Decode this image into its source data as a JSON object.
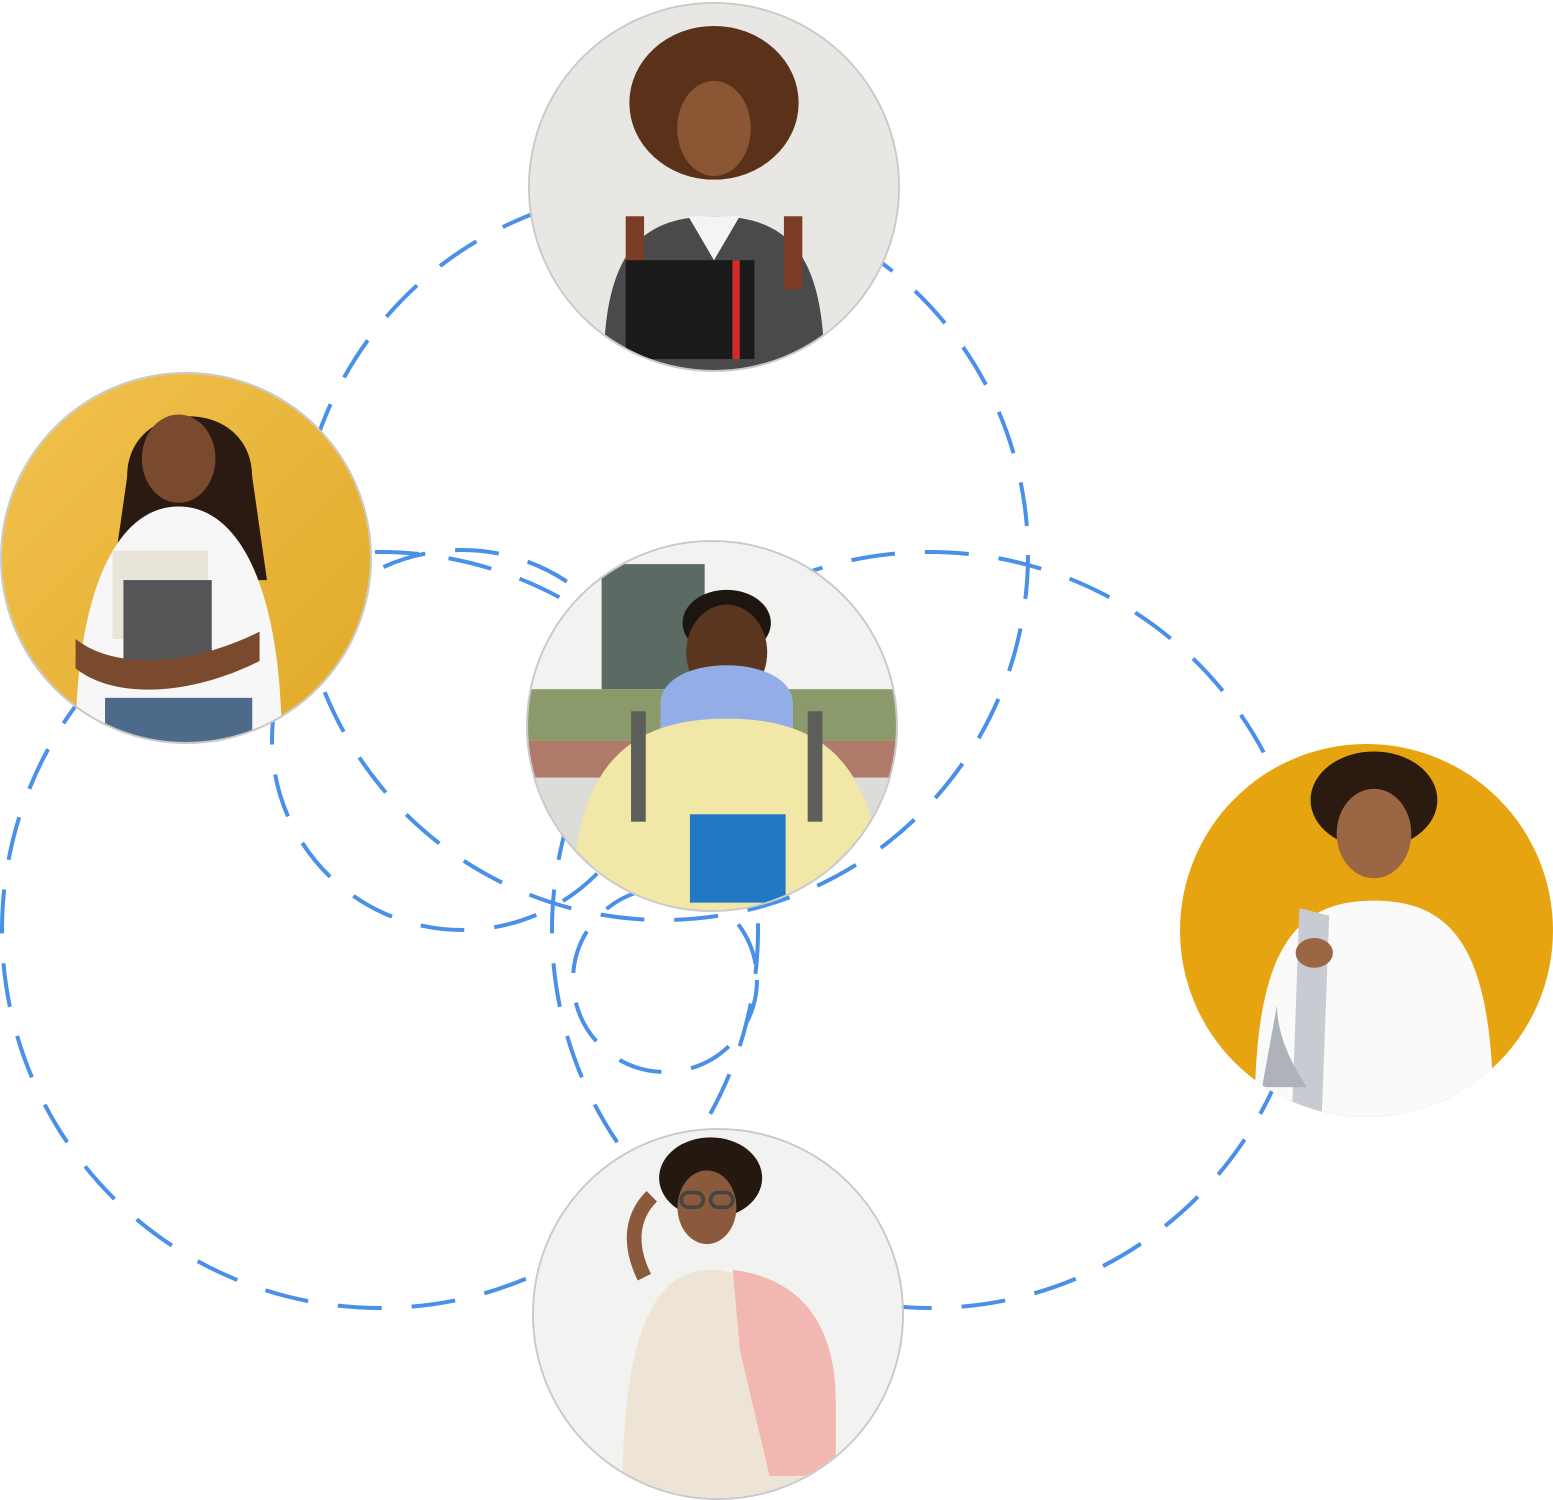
{
  "colors": {
    "page_background": "#ffffff",
    "connector_dash": "#4a90e8",
    "avatar_border": "#c9c9c9",
    "yellow_backdrop": "#e9b52f",
    "amber_backdrop": "#e6a510",
    "light_backdrop": "#ededeb"
  },
  "connectors": {
    "style": "dashed-circles",
    "count": 5
  },
  "students": [
    {
      "id": "top",
      "description_icon": "student-with-notebook-portrait",
      "backdrop": "light-gray",
      "clothing": "denim-jacket"
    },
    {
      "id": "left",
      "description_icon": "student-with-books-portrait",
      "backdrop": "yellow",
      "clothing": "white-tshirt"
    },
    {
      "id": "center",
      "description_icon": "student-in-hoodie-portrait",
      "backdrop": "outdoor-campus",
      "clothing": "yellow-hoodie"
    },
    {
      "id": "right",
      "description_icon": "student-with-backpack-portrait",
      "backdrop": "amber",
      "clothing": "white-tshirt"
    },
    {
      "id": "bottom",
      "description_icon": "student-adjusting-glasses-portrait",
      "backdrop": "white",
      "clothing": "beige-jacket"
    }
  ]
}
